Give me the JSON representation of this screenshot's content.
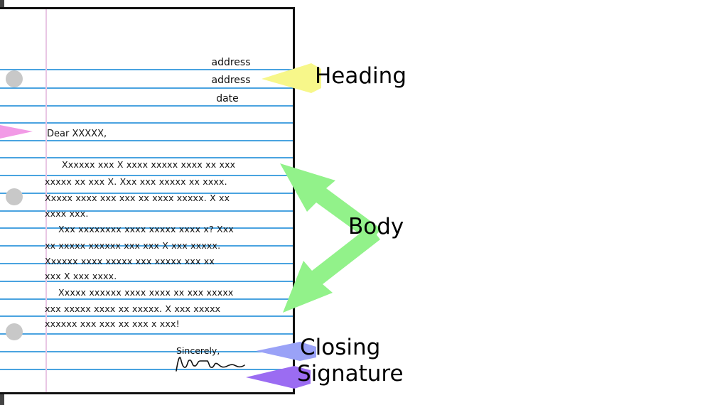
{
  "letter": {
    "heading_lines": [
      "address",
      "address",
      "date"
    ],
    "greeting": "Dear XXXXX,",
    "paragraphs": [
      [
        "Xxxxxx xxx X xxxx xxxxx xxxx xx xxx",
        "xxxxx xx xxx X.  Xxx xxx xxxxx xx xxxx.",
        "Xxxxx xxxx xxx xxx xx xxxx xxxxx.  X xx",
        "xxxx xxx."
      ],
      [
        "Xxx xxxxxxxx xxxx xxxxx xxxx x?   Xxx",
        "xx xxxxx xxxxxx xxx xxx X xxx xxxxx.",
        "Xxxxxx xxxx xxxxx xxx xxxxx xxx xx",
        "xxx X xxx xxxx."
      ],
      [
        "Xxxxx xxxxxx xxxx xxxx xx xxx xxxxx",
        "xxx xxxxx xxxx xx xxxxx.  X xxx xxxxx",
        "xxxxxx xxx xxx xx xxx x xxx!"
      ]
    ],
    "closing": "Sincerely,"
  },
  "labels": {
    "heading": "Heading",
    "body": "Body",
    "closing": "Closing",
    "signature": "Signature"
  },
  "colors": {
    "rule_blue": "#4aa3e0",
    "margin_pink": "#e9c6e4",
    "hole_gray": "#c8c8c8",
    "heading_arrow": "#f7f78a",
    "greeting_arrow": "#f29ae6",
    "body_arrow": "#92f28a",
    "closing_arrow": "#9aa2f7",
    "signature_arrow": "#9b6cf2"
  },
  "icons": {
    "signature_scribble": "handwritten-signature-icon"
  }
}
